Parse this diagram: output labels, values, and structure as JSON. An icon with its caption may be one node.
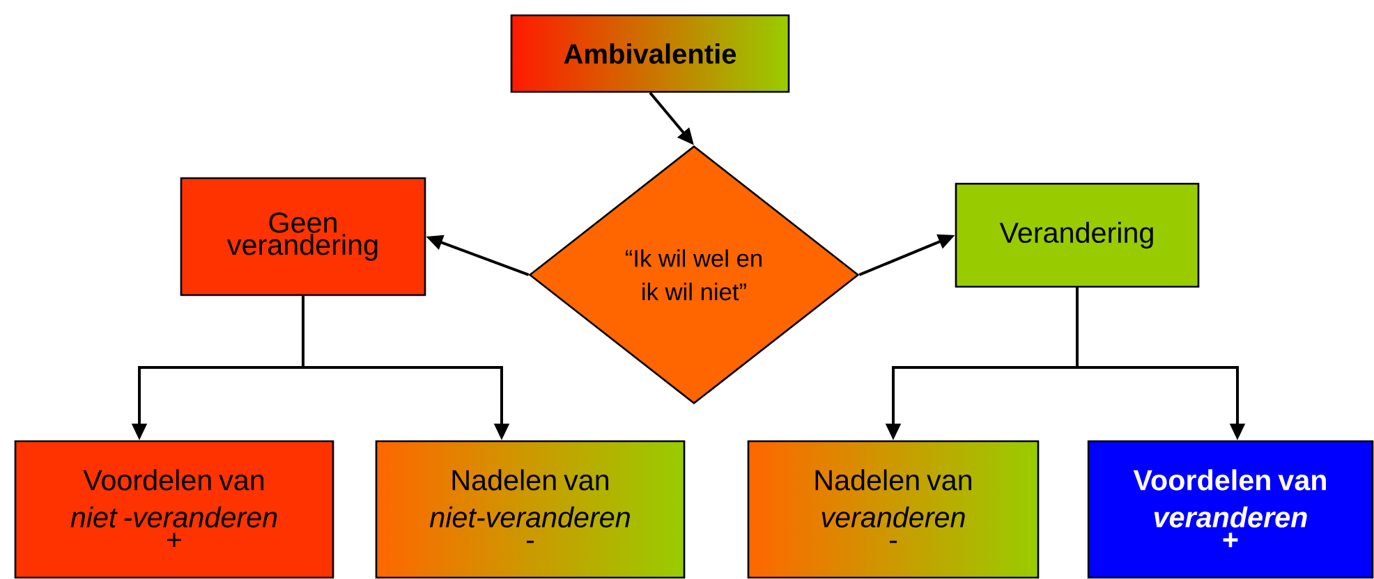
{
  "diagram": {
    "nodes": [
      {
        "text": [
          "Ambivalentie"
        ]
      },
      {
        "text": [
          "“Ik wil wel en ik wil niet”"
        ]
      },
      {
        "text": [
          "Geen verandering"
        ]
      },
      {
        "text": [
          "Verandering"
        ]
      },
      {
        "text": [
          "Voordelen van *niet -veranderen*",
          "+"
        ]
      },
      {
        "text": [
          "Nadelen van *niet-veranderen*",
          "-"
        ]
      },
      {
        "text": [
          "Nadelen van *veranderen*",
          "-"
        ]
      },
      {
        "text": [
          "Voordelen van *veranderen*",
          "+"
        ]
      }
    ],
    "edges": [
      {
        "from": 0,
        "to": 1,
        "arrow": "to"
      },
      {
        "from": 1,
        "to": 2,
        "arrow": "to"
      },
      {
        "from": 1,
        "to": 3,
        "arrow": "to"
      },
      {
        "from": 2,
        "to": 4,
        "arrow": "to"
      },
      {
        "from": 2,
        "to": 5,
        "arrow": "to"
      },
      {
        "from": 3,
        "to": 6,
        "arrow": "to"
      },
      {
        "from": 3,
        "to": 7,
        "arrow": "to"
      }
    ]
  }
}
